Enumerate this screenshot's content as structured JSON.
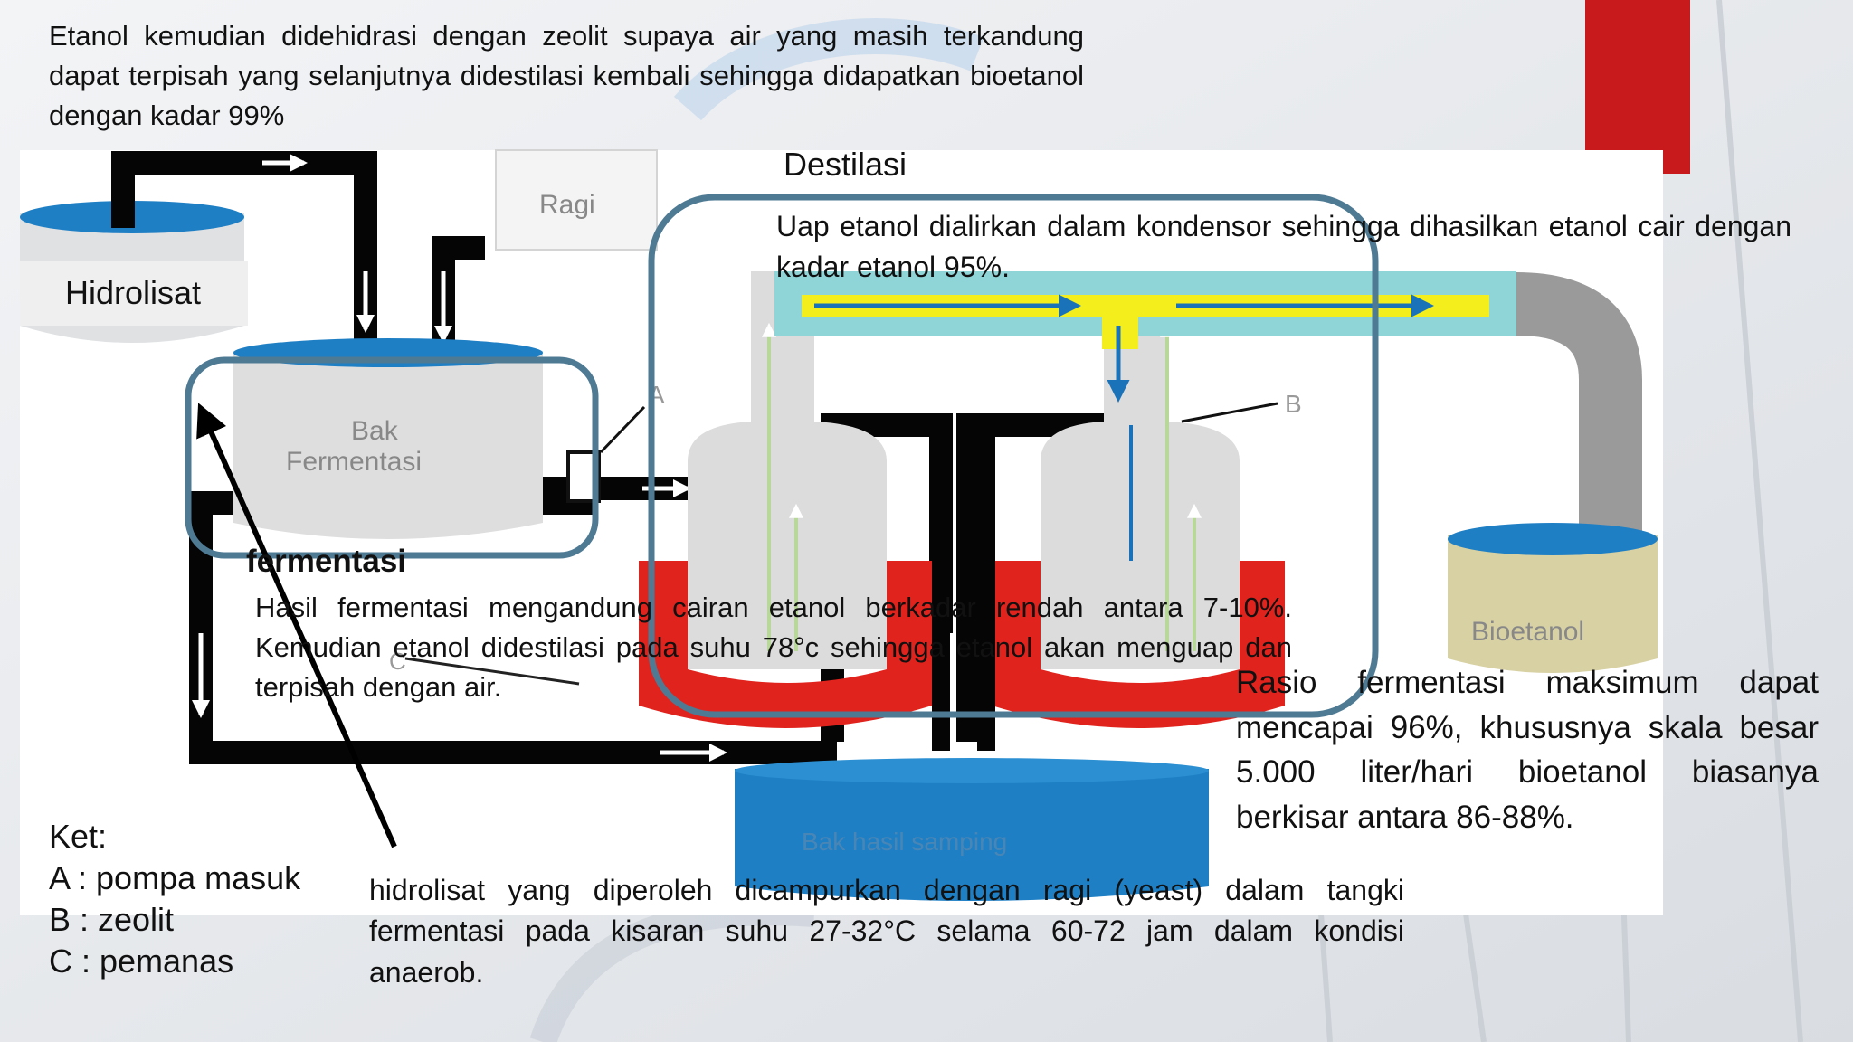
{
  "top_text": "Etanol kemudian didehidrasi dengan zeolit supaya air yang masih terkandung dapat terpisah yang selanjutnya didestilasi kembali sehingga didapatkan bioetanol dengan kadar 99%",
  "destilasi": {
    "title": "Destilasi",
    "text": "Uap etanol dialirkan dalam kondensor sehingga dihasilkan etanol cair dengan kadar etanol 95%."
  },
  "hidrolisat_label": "Hidrolisat",
  "fermentasi": {
    "title": "fermentasi",
    "text": "Hasil fermentasi mengandung cairan etanol berkadar rendah antara 7-10%. Kemudian etanol didestilasi pada suhu 78°c sehingga etanol akan menguap dan terpisah dengan air."
  },
  "rasio_text": "Rasio fermentasi maksimum dapat mencapai 96%, khususnya skala besar 5.000 liter/hari bioetanol biasanya berkisar antara 86-88%.",
  "hidrolisat_text": "hidrolisat yang diperoleh dicampurkan dengan ragi (yeast) dalam tangki fermentasi pada kisaran suhu 27-32°C selama 60-72 jam dalam kondisi anaerob.",
  "ket": {
    "title": "Ket:",
    "items": [
      "A : pompa masuk",
      "B : zeolit",
      "C : pemanas"
    ]
  },
  "diagram_labels": {
    "ragi": "Ragi",
    "bak_fermentasi_1": "Bak",
    "bak_fermentasi_2": "Fermentasi",
    "bioetanol": "Bioetanol",
    "bak_hasil_samping": "Bak hasil samping",
    "a": "A",
    "b": "B",
    "c": "C"
  },
  "colors": {
    "accent_red": "#c8191d",
    "frame_blue": "#4e7a93",
    "tank_blue": "#1f7fc4",
    "heater_red": "#e0231d",
    "condenser_yellow": "#f4ee1c",
    "pipe_black": "#050505"
  }
}
